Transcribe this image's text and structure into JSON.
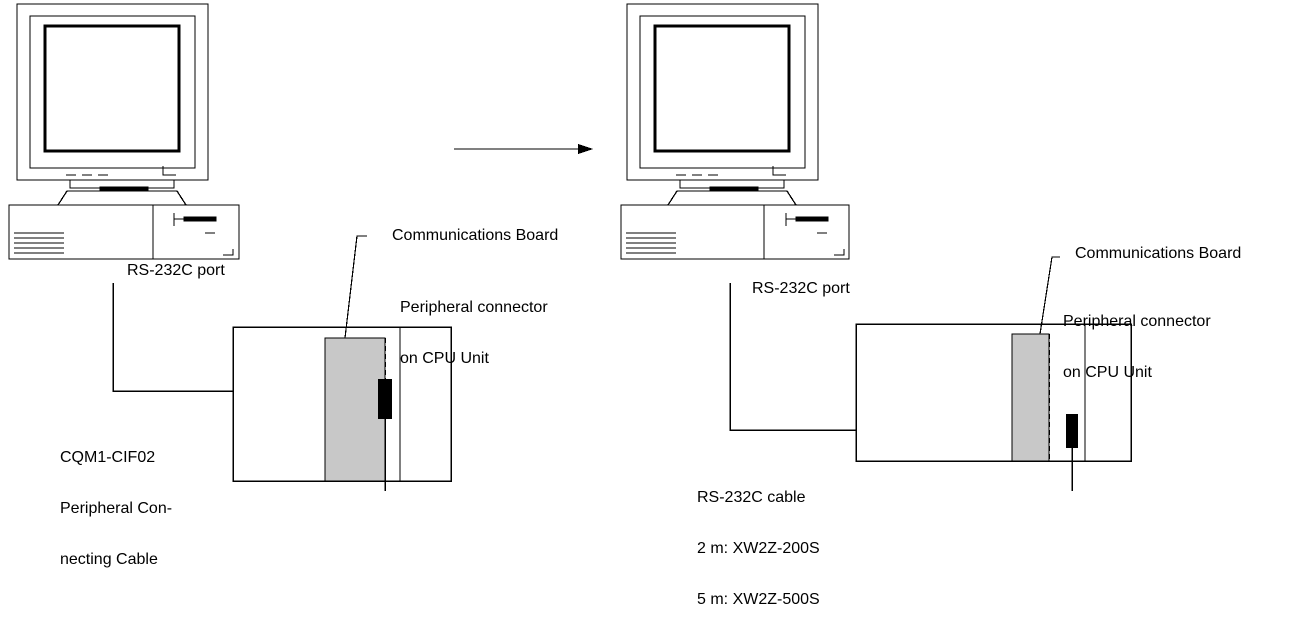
{
  "left": {
    "rs232c_port": "RS-232C port",
    "comm_board": "Communications Board",
    "peripheral_connector": [
      "Peripheral connector",
      "on CPU Unit"
    ],
    "cable": [
      "CQM1-CIF02",
      "Peripheral Con-",
      "necting Cable"
    ]
  },
  "right": {
    "rs232c_port": "RS-232C port",
    "comm_board": "Communications Board",
    "peripheral_connector": [
      "Peripheral connector",
      "on CPU Unit"
    ],
    "cable": [
      "RS-232C cable",
      "2 m: XW2Z-200S",
      "5 m: XW2Z-500S"
    ]
  },
  "colors": {
    "line": "#000000",
    "board_fill": "#c8c8c8",
    "background": "#ffffff"
  },
  "icons": [
    "computer-icon",
    "plc-unit-icon",
    "arrow-right-icon"
  ]
}
